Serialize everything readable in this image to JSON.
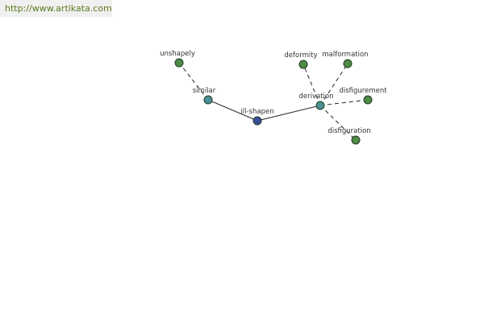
{
  "banner": {
    "url_text": "http://www.artikata.com"
  },
  "colors": {
    "center": "#3a4d9c",
    "relation": "#4a9098",
    "leaf": "#4f8a47"
  },
  "graph": {
    "nodes": [
      {
        "id": "ill-shapen",
        "label": "ill-shapen",
        "kind": "center"
      },
      {
        "id": "similar",
        "label": "similar",
        "kind": "relation"
      },
      {
        "id": "derivation",
        "label": "derivation",
        "kind": "relation"
      },
      {
        "id": "unshapely",
        "label": "unshapely",
        "kind": "leaf"
      },
      {
        "id": "deformity",
        "label": "deformity",
        "kind": "leaf"
      },
      {
        "id": "malformation",
        "label": "malformation",
        "kind": "leaf"
      },
      {
        "id": "disfigurement",
        "label": "disfigurement",
        "kind": "leaf"
      },
      {
        "id": "disfiguration",
        "label": "disfiguration",
        "kind": "leaf"
      }
    ],
    "edges": [
      {
        "from": "ill-shapen",
        "to": "similar",
        "style": "solid"
      },
      {
        "from": "ill-shapen",
        "to": "derivation",
        "style": "solid"
      },
      {
        "from": "similar",
        "to": "unshapely",
        "style": "dashed"
      },
      {
        "from": "derivation",
        "to": "deformity",
        "style": "dashed"
      },
      {
        "from": "derivation",
        "to": "malformation",
        "style": "dashed"
      },
      {
        "from": "derivation",
        "to": "disfigurement",
        "style": "dashed"
      },
      {
        "from": "derivation",
        "to": "disfiguration",
        "style": "dashed"
      }
    ]
  }
}
